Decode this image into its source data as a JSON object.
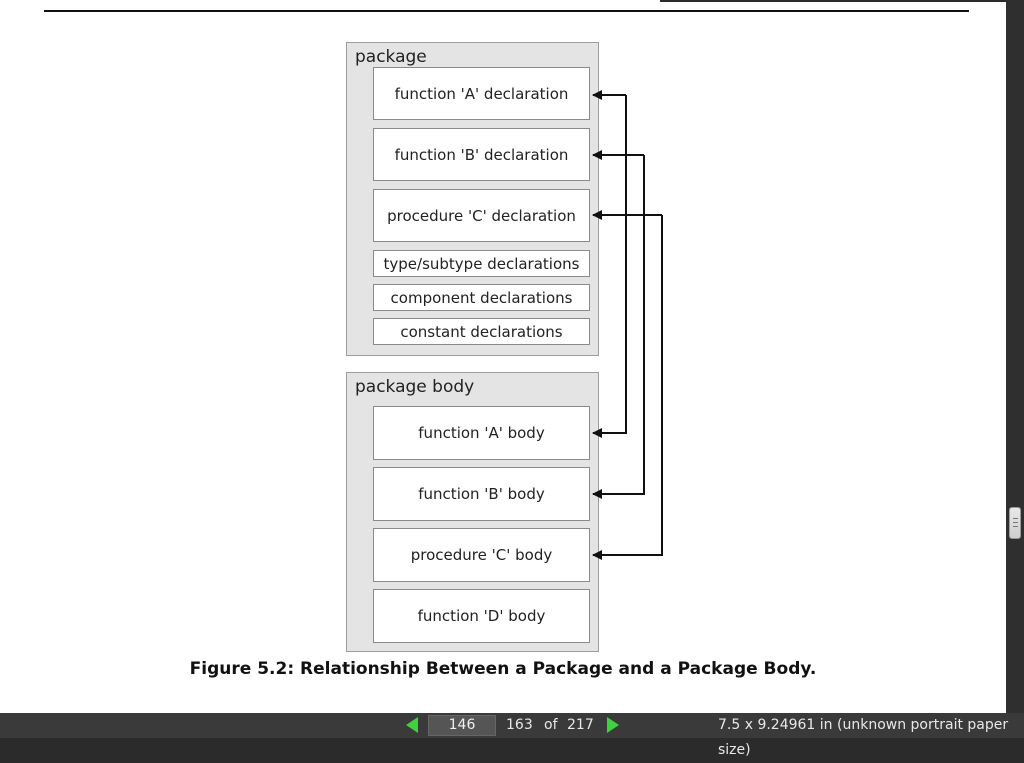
{
  "diagram": {
    "package": {
      "label": "package",
      "items": [
        "function 'A' declaration",
        "function 'B' declaration",
        "procedure 'C' declaration",
        "type/subtype declarations",
        "component declarations",
        "constant declarations"
      ]
    },
    "package_body": {
      "label": "package body",
      "items": [
        "function 'A' body",
        "function 'B' body",
        "procedure 'C' body",
        "function 'D' body"
      ]
    },
    "caption": "Figure 5.2: Relationship Between a Package and a Package Body."
  },
  "statusbar": {
    "current_page": "146",
    "page_label": "163",
    "of_label": "of",
    "total_pages": "217",
    "paper_size": "7.5 x 9.24961 in (unknown portrait paper size)"
  },
  "icons": {
    "prev": "triangle-left-icon",
    "next": "triangle-right-icon"
  }
}
